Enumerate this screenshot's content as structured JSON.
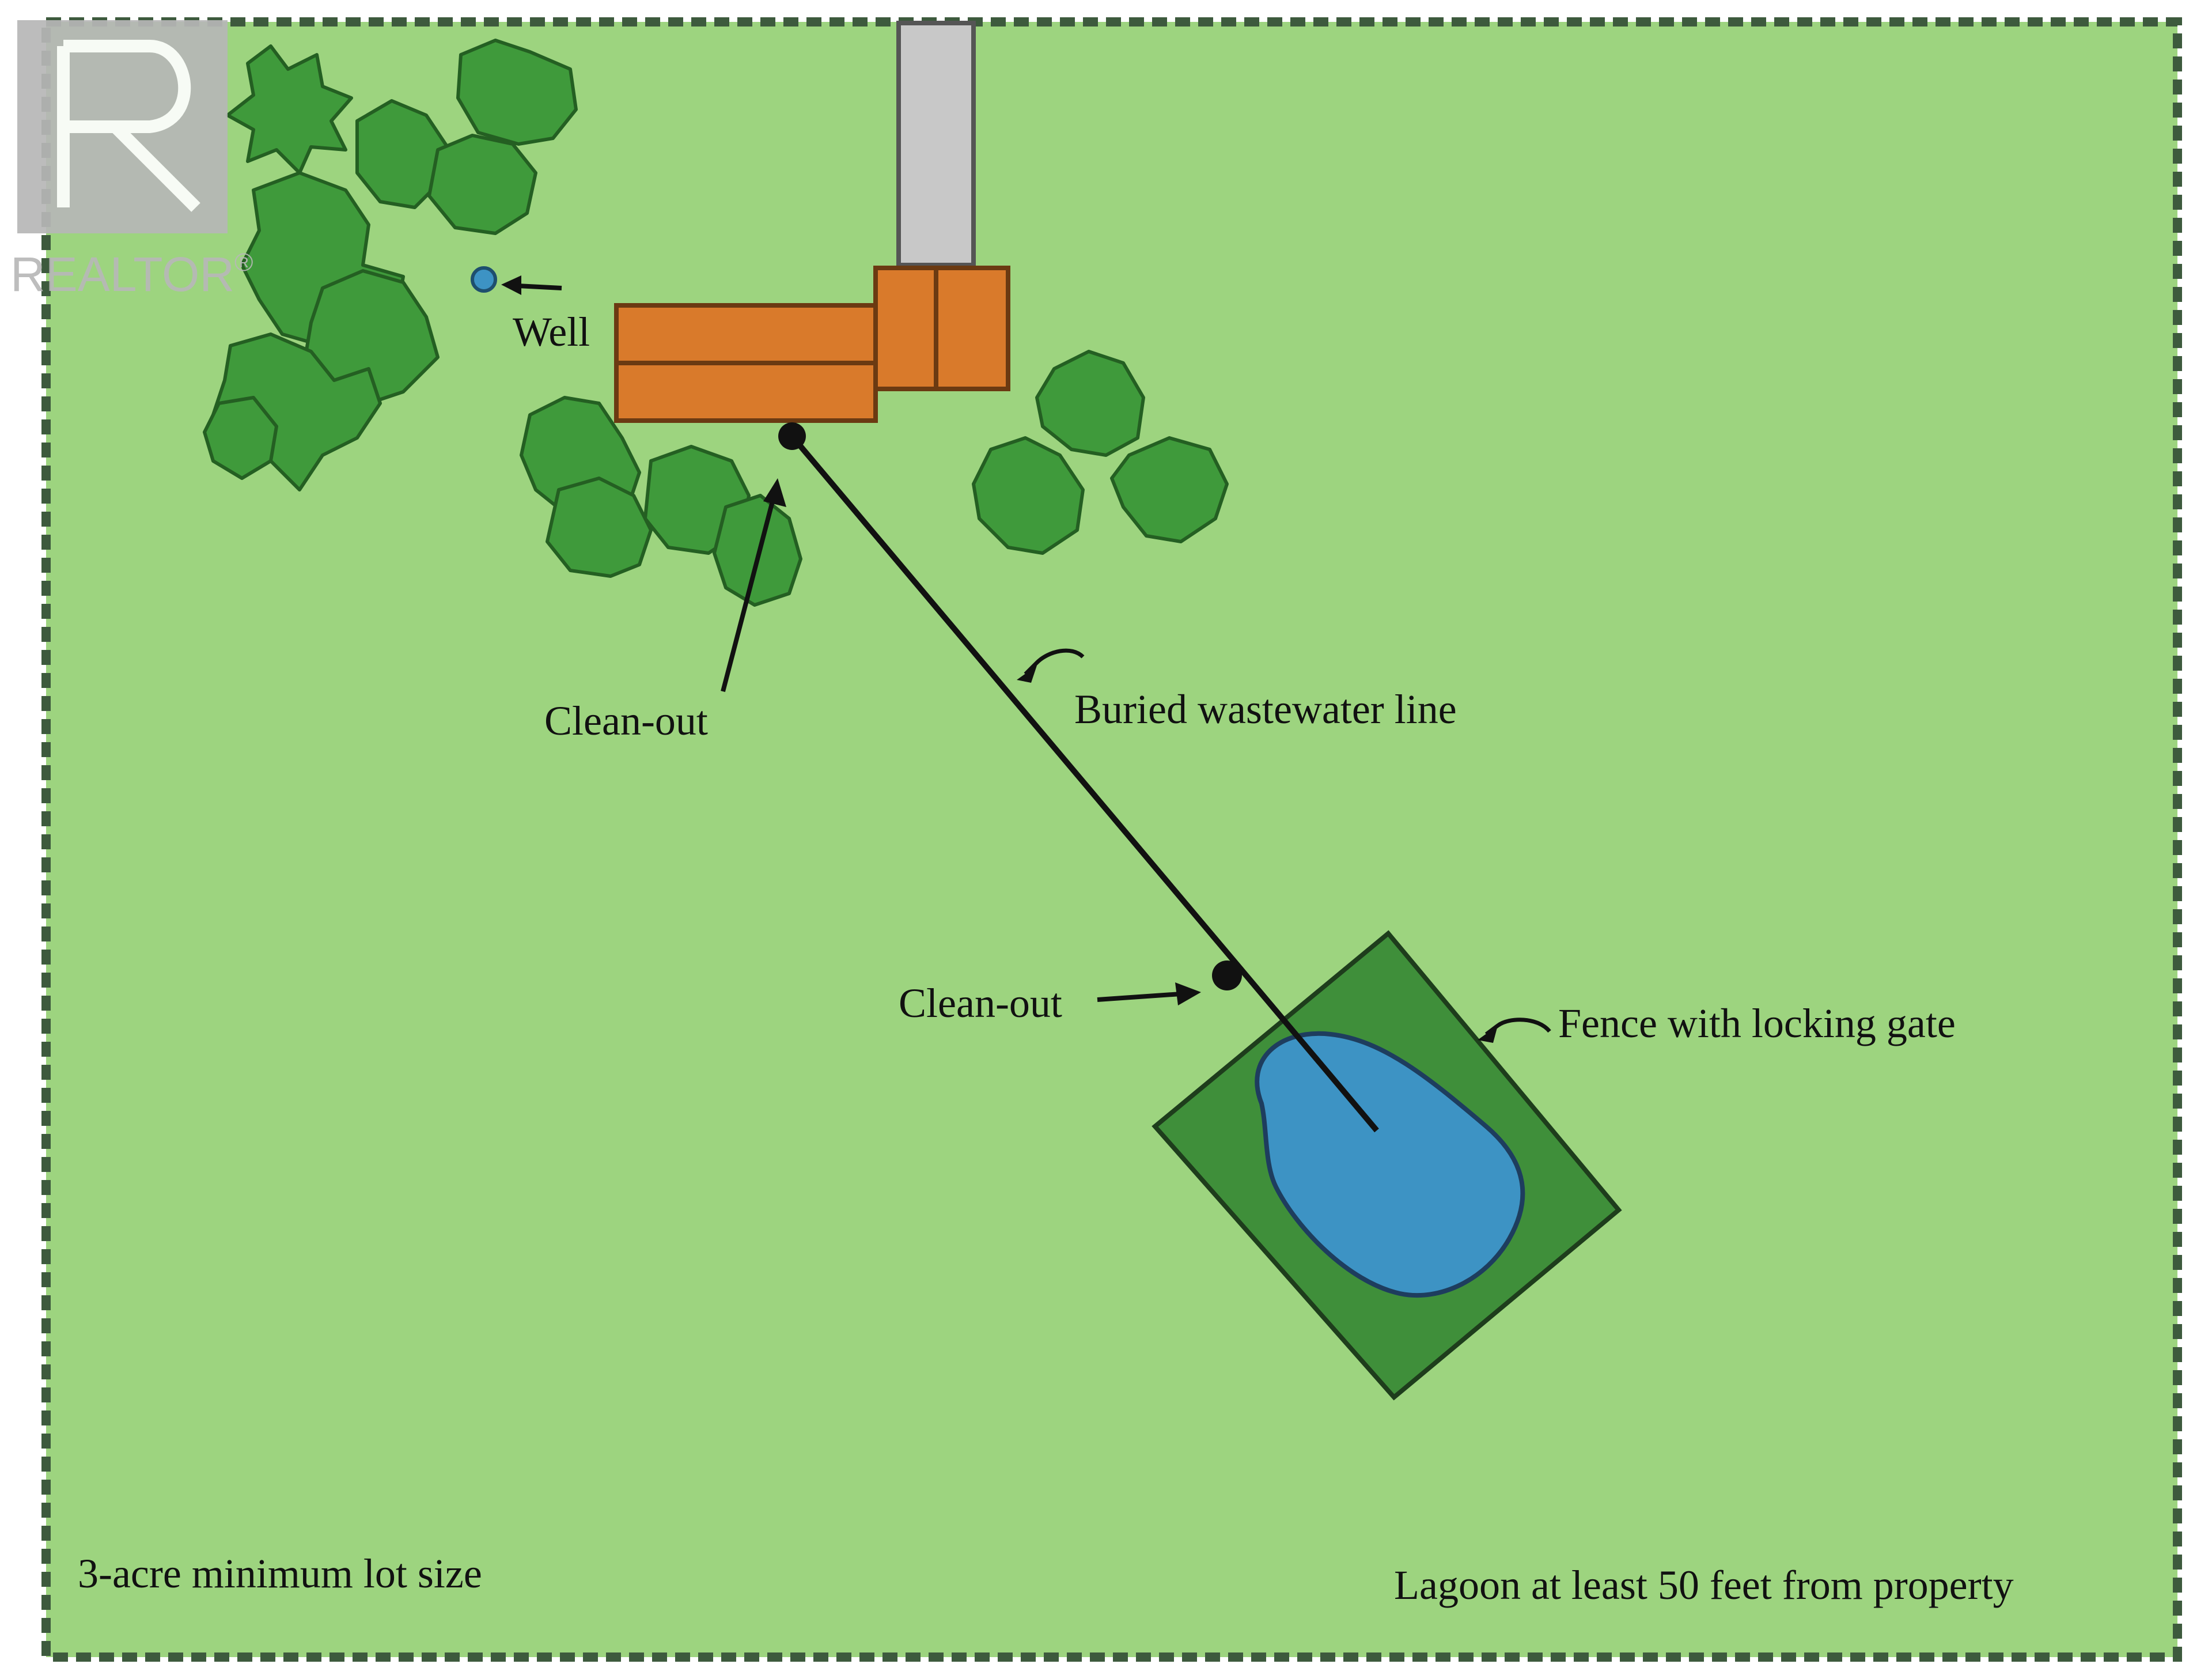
{
  "watermark": {
    "text": "REALTOR",
    "trademark": "®"
  },
  "labels": {
    "well": "Well",
    "cleanout_house": "Clean-out",
    "buried_line": "Buried wastewater line",
    "cleanout_lagoon": "Clean-out",
    "fence": "Fence with locking gate",
    "lot_size": "3-acre minimum lot size",
    "lagoon_distance": "Lagoon at least 50 feet from property"
  },
  "colors": {
    "lawn": "#9dd47f",
    "border": "#3d5a3d",
    "fence_area": "#3f8f3a",
    "lagoon_water": "#3d93c4",
    "house": "#d97a2b",
    "driveway": "#c8c8c8",
    "tree": "#3f9a3b"
  }
}
